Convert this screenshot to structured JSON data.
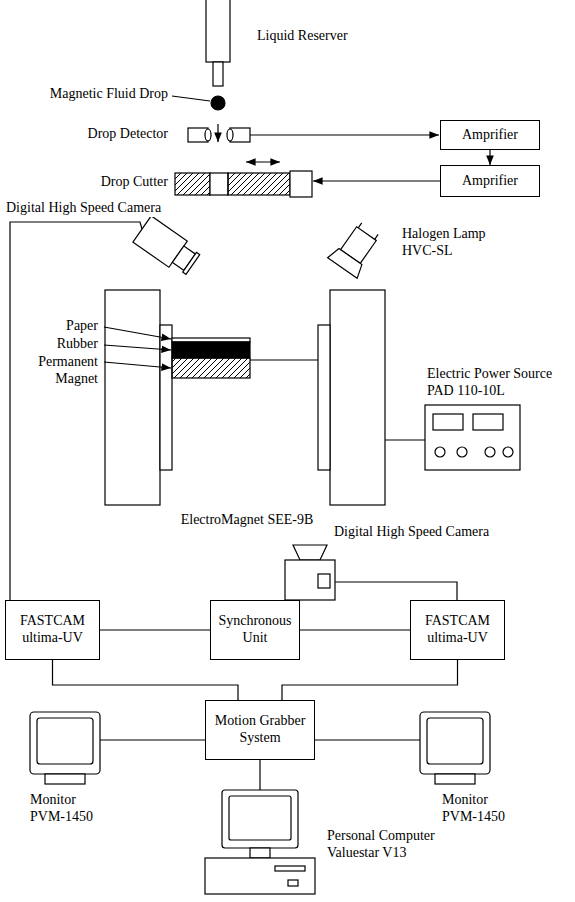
{
  "diagram": {
    "nodes": [
      {
        "text": [
          "Amprifier"
        ]
      },
      {
        "text": [
          "Amprifier"
        ]
      },
      {
        "text": [
          "FASTCAM ultima-UV"
        ]
      },
      {
        "text": [
          "Synchronous Unit"
        ]
      },
      {
        "text": [
          "FASTCAM ultima-UV"
        ]
      },
      {
        "text": [
          "Motion Grabber System"
        ]
      }
    ],
    "edges": [
      {
        "from": 0,
        "to": 1,
        "arrow": "to"
      },
      {
        "from": 2,
        "to": 3,
        "arrow": "none"
      },
      {
        "from": 3,
        "to": 4,
        "arrow": "none"
      },
      {
        "from": 2,
        "to": 5,
        "arrow": "none"
      },
      {
        "from": 4,
        "to": 5,
        "arrow": "none"
      }
    ],
    "labels": [
      "Liquid Reserver",
      "Magnetic Fluid Drop",
      "Drop Detector",
      "Drop Cutter",
      "Digital High Speed Camera",
      "Halogen Lamp HVC-SL",
      "Paper",
      "Rubber",
      "Permanent Magnet",
      "ElectroMagnet SEE-9B",
      "Electric Power Source PAD 110-10L",
      "Digital High Speed Camera",
      "Monitor PVM-1450",
      "Monitor PVM-1450",
      "Personal Computer Valuestar V13"
    ]
  }
}
